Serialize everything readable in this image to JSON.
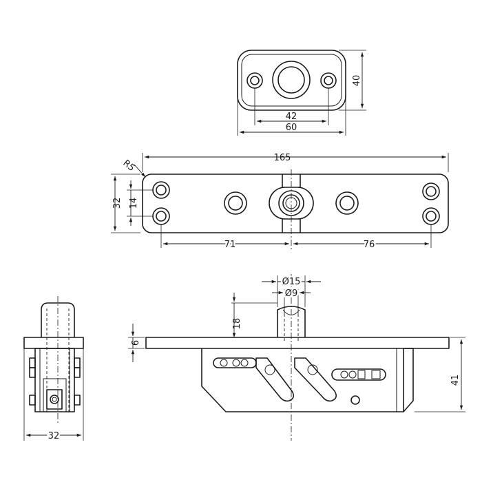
{
  "dimensions": {
    "top_view": {
      "height": "40",
      "hole_spacing": "42",
      "width": "60"
    },
    "plan_view": {
      "length": "165",
      "radius": "R5",
      "width": "32",
      "hole_spacing_vertical": "14",
      "offset_left": "71",
      "offset_right": "76"
    },
    "front_view": {
      "outer_diameter": "Ø15",
      "inner_diameter": "Ø9",
      "pin_height": "18",
      "plate_thickness": "6",
      "total_height": "41"
    },
    "side_view": {
      "width": "32"
    }
  },
  "colors": {
    "line": "#1a1a1a",
    "background": "#ffffff"
  }
}
